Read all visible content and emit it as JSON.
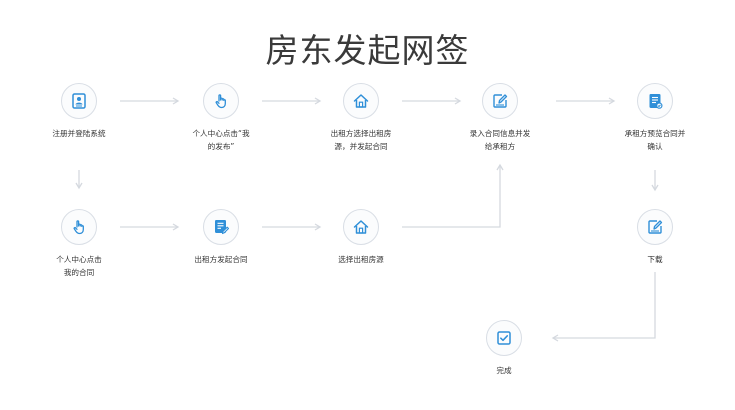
{
  "title": "房东发起网签",
  "accent": "#2f8fd8",
  "arrow_color": "#d5d9df",
  "nodes": [
    {
      "id": "register",
      "label": "注册并登陆系统",
      "icon": "id-card-icon"
    },
    {
      "id": "personal-center-mine",
      "label": "个人中心点击“我\n的发布”",
      "icon": "tap-hand-icon"
    },
    {
      "id": "lessor-choose-house",
      "label": "出租方选择出租房\n源，并发起合同",
      "icon": "house-icon"
    },
    {
      "id": "enter-info",
      "label": "录入合同信息并发\n给承租方",
      "icon": "edit-icon"
    },
    {
      "id": "lessee-confirm",
      "label": "承租方预览合同并\n确认",
      "icon": "document-icon"
    },
    {
      "id": "personal-center-contract",
      "label": "个人中心点击\n我的合同",
      "icon": "tap-hand-icon"
    },
    {
      "id": "lessor-initiate",
      "label": "出租方发起合同",
      "icon": "contract-icon"
    },
    {
      "id": "choose-house",
      "label": "选择出租房源",
      "icon": "house-icon"
    },
    {
      "id": "download",
      "label": "下载",
      "icon": "edit-icon"
    },
    {
      "id": "complete",
      "label": "完成",
      "icon": "checkbox-icon"
    }
  ]
}
